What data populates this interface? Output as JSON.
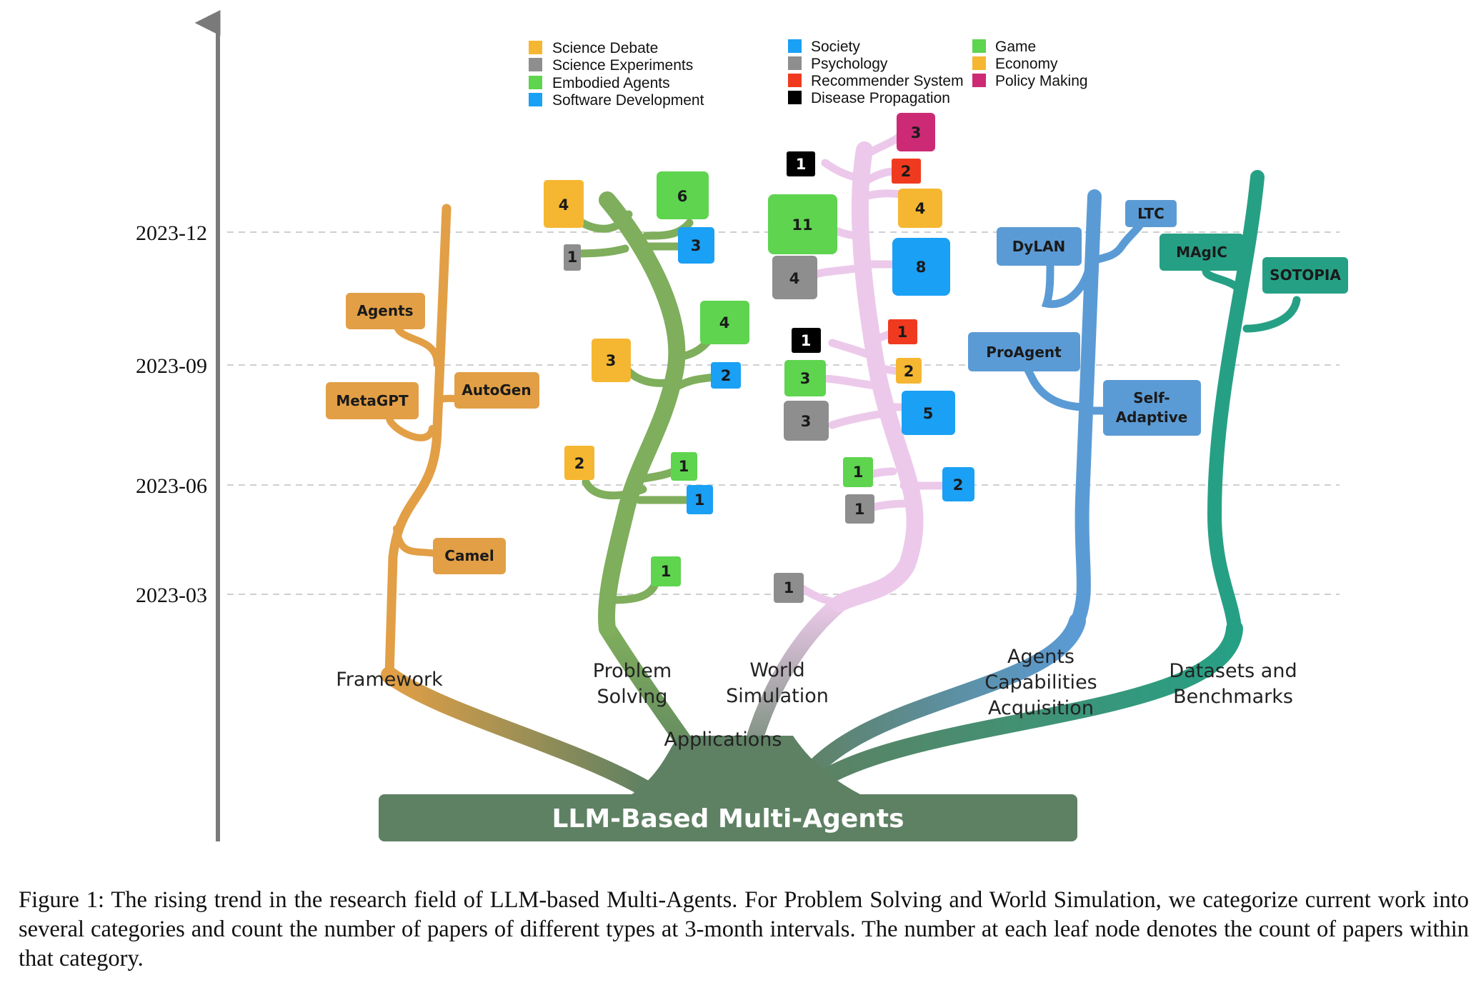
{
  "timeline": {
    "dates": [
      "2023-12",
      "2023-09",
      "2023-06",
      "2023-03"
    ]
  },
  "legend": {
    "col1": [
      {
        "label": "Science Debate",
        "color": "#f5b731"
      },
      {
        "label": "Science Experiments",
        "color": "#8e8e8e"
      },
      {
        "label": "Embodied Agents",
        "color": "#5ed44f"
      },
      {
        "label": "Software Development",
        "color": "#1aa0f5"
      }
    ],
    "col2": [
      {
        "label": "Society",
        "color": "#1aa0f5"
      },
      {
        "label": "Psychology",
        "color": "#8e8e8e"
      },
      {
        "label": "Recommender System",
        "color": "#f03a1f"
      },
      {
        "label": "Disease Propagation",
        "color": "#000000"
      }
    ],
    "col3": [
      {
        "label": "Game",
        "color": "#5ed44f"
      },
      {
        "label": "Economy",
        "color": "#f5b731"
      },
      {
        "label": "Policy Making",
        "color": "#cc2a74"
      }
    ]
  },
  "colors": {
    "framework": "#e29f45",
    "problem_solving": "#7fae5c",
    "world_simulation": "#ecc9ea",
    "capabilities": "#5b9bd5",
    "datasets": "#26a085",
    "trunk": "#5e8163"
  },
  "branches": {
    "framework": "Framework",
    "problem_solving": [
      "Problem",
      "Solving"
    ],
    "world_simulation": [
      "World",
      "Simulation"
    ],
    "applications": "Applications",
    "capabilities": [
      "Agents",
      "Capabilities",
      "Acquisition"
    ],
    "datasets": [
      "Datasets and",
      "Benchmarks"
    ]
  },
  "root": "LLM-Based Multi-Agents",
  "framework_items": [
    "Agents",
    "MetaGPT",
    "AutoGen",
    "Camel"
  ],
  "capability_items": [
    "DyLAN",
    "LTC",
    "ProAgent",
    [
      "Self-",
      "Adaptive"
    ]
  ],
  "dataset_items": [
    "MAgIC",
    "SOTOPIA"
  ],
  "problem_solving_counts": [
    {
      "category": "Science Debate",
      "count": "4",
      "period": "2023-12"
    },
    {
      "category": "Embodied Agents",
      "count": "6",
      "period": "2023-12"
    },
    {
      "category": "Software Development",
      "count": "3",
      "period": "2023-12"
    },
    {
      "category": "Science Experiments",
      "count": "1",
      "period": "2023-12"
    },
    {
      "category": "Embodied Agents",
      "count": "4",
      "period": "2023-09"
    },
    {
      "category": "Science Debate",
      "count": "3",
      "period": "2023-09"
    },
    {
      "category": "Software Development",
      "count": "2",
      "period": "2023-09"
    },
    {
      "category": "Science Debate",
      "count": "2",
      "period": "2023-06"
    },
    {
      "category": "Embodied Agents",
      "count": "1",
      "period": "2023-06"
    },
    {
      "category": "Software Development",
      "count": "1",
      "period": "2023-06"
    },
    {
      "category": "Embodied Agents",
      "count": "1",
      "period": "2023-03"
    }
  ],
  "world_simulation_counts": [
    {
      "category": "Policy Making",
      "count": "3",
      "period": "2023-12"
    },
    {
      "category": "Disease Propagation",
      "count": "1",
      "period": "2023-12"
    },
    {
      "category": "Recommender System",
      "count": "2",
      "period": "2023-12"
    },
    {
      "category": "Economy",
      "count": "4",
      "period": "2023-12"
    },
    {
      "category": "Game",
      "count": "11",
      "period": "2023-12"
    },
    {
      "category": "Society",
      "count": "8",
      "period": "2023-12"
    },
    {
      "category": "Psychology",
      "count": "4",
      "period": "2023-12"
    },
    {
      "category": "Disease Propagation",
      "count": "1",
      "period": "2023-09"
    },
    {
      "category": "Recommender System",
      "count": "1",
      "period": "2023-09"
    },
    {
      "category": "Game",
      "count": "3",
      "period": "2023-09"
    },
    {
      "category": "Economy",
      "count": "2",
      "period": "2023-09"
    },
    {
      "category": "Psychology",
      "count": "3",
      "period": "2023-09"
    },
    {
      "category": "Society",
      "count": "5",
      "period": "2023-09"
    },
    {
      "category": "Game",
      "count": "1",
      "period": "2023-06"
    },
    {
      "category": "Society",
      "count": "2",
      "period": "2023-06"
    },
    {
      "category": "Psychology",
      "count": "1",
      "period": "2023-06"
    },
    {
      "category": "Psychology",
      "count": "1",
      "period": "2023-03"
    }
  ],
  "caption": "Figure 1: The rising trend in the research field of LLM-based Multi-Agents. For Problem Solving and World Simulation, we categorize current work into several categories and count the number of papers of different types at 3-month intervals. The number at each leaf node denotes the count of papers within that category."
}
